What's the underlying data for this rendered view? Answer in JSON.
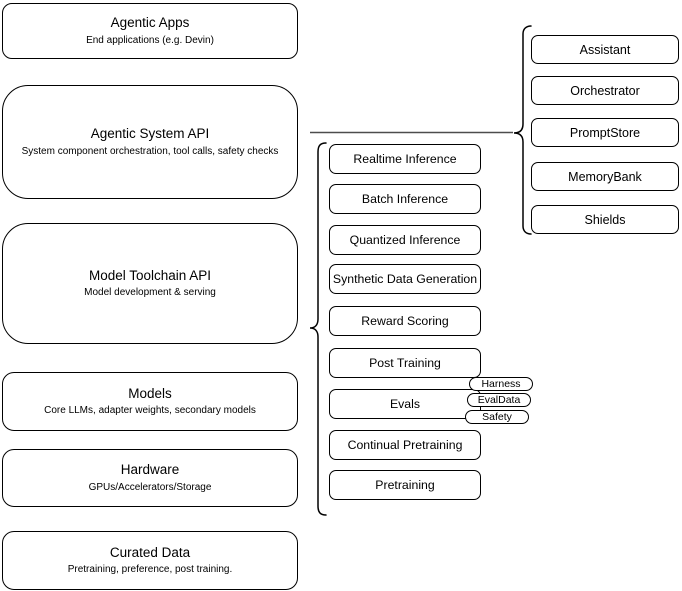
{
  "diagram": {
    "left_stack": [
      {
        "title": "Agentic Apps",
        "subtitle": "End applications (e.g. Devin)"
      },
      {
        "title": "Agentic System API",
        "subtitle": "System component orchestration, tool calls, safety checks"
      },
      {
        "title": "Model Toolchain API",
        "subtitle": "Model development & serving"
      },
      {
        "title": "Models",
        "subtitle": "Core LLMs, adapter weights, secondary models"
      },
      {
        "title": "Hardware",
        "subtitle": "GPUs/Accelerators/Storage"
      },
      {
        "title": "Curated Data",
        "subtitle": "Pretraining, preference, post training."
      }
    ],
    "toolchain_apis": [
      "Realtime Inference",
      "Batch Inference",
      "Quantized Inference",
      "Synthetic Data Generation",
      "Reward Scoring",
      "Post Training",
      "Evals",
      "Continual Pretraining",
      "Pretraining"
    ],
    "eval_pills": [
      "Harness",
      "EvalData",
      "Safety"
    ],
    "system_components": [
      "Assistant",
      "Orchestrator",
      "PromptStore",
      "MemoryBank",
      "Shields"
    ],
    "colors": {
      "stroke": "#000000",
      "background": "#ffffff",
      "connector": "#4d4d4d"
    }
  }
}
